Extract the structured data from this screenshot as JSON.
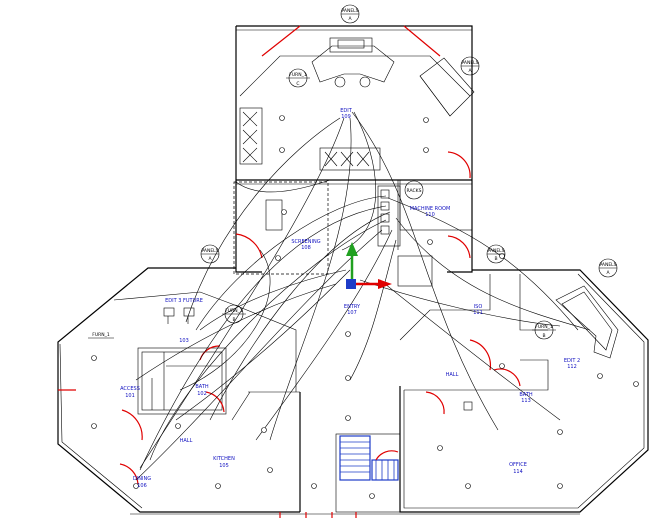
{
  "drawing": {
    "colors": {
      "walls": "#000000",
      "doors": "#e00000",
      "labels": "#1010c0",
      "stairs": "#1e3cc8",
      "gizmo_y": "#20a020",
      "gizmo_x": "#e00000",
      "gizmo_origin": "#1e3cc8"
    },
    "rooms": [
      {
        "name": "EDIT",
        "number": "109"
      },
      {
        "name": "MACHINE ROOM",
        "number": "110"
      },
      {
        "name": "SCREENING",
        "number": "108"
      },
      {
        "name": "EDIT 3 FUTURE",
        "number": "103"
      },
      {
        "name": "ENTRY",
        "number": "107"
      },
      {
        "name": "ISO",
        "number": "111"
      },
      {
        "name": "EDIT 2",
        "number": "112"
      },
      {
        "name": "HALL",
        "number": ""
      },
      {
        "name": "BATH",
        "number": "113"
      },
      {
        "name": "ACCESS",
        "number": "101"
      },
      {
        "name": "BATH",
        "number": "102"
      },
      {
        "name": "HALL",
        "number": ""
      },
      {
        "name": "KITCHEN",
        "number": "105"
      },
      {
        "name": "DINING",
        "number": "106"
      },
      {
        "name": "OFFICE",
        "number": "114"
      }
    ],
    "tags": [
      {
        "top": "PANELS",
        "bottom": "A"
      },
      {
        "top": "PANELS",
        "bottom": "A"
      },
      {
        "top": "FURN_1",
        "bottom": "C"
      },
      {
        "top": "RACKS",
        "bottom": ""
      },
      {
        "top": "PANELS",
        "bottom": "A"
      },
      {
        "top": "PANELS",
        "bottom": "B"
      },
      {
        "top": "PANELS",
        "bottom": "A"
      },
      {
        "top": "FURN_1",
        "bottom": "B"
      },
      {
        "top": "FURN_1",
        "bottom": "B"
      },
      {
        "top": "FURN_1",
        "bottom": ""
      }
    ]
  }
}
